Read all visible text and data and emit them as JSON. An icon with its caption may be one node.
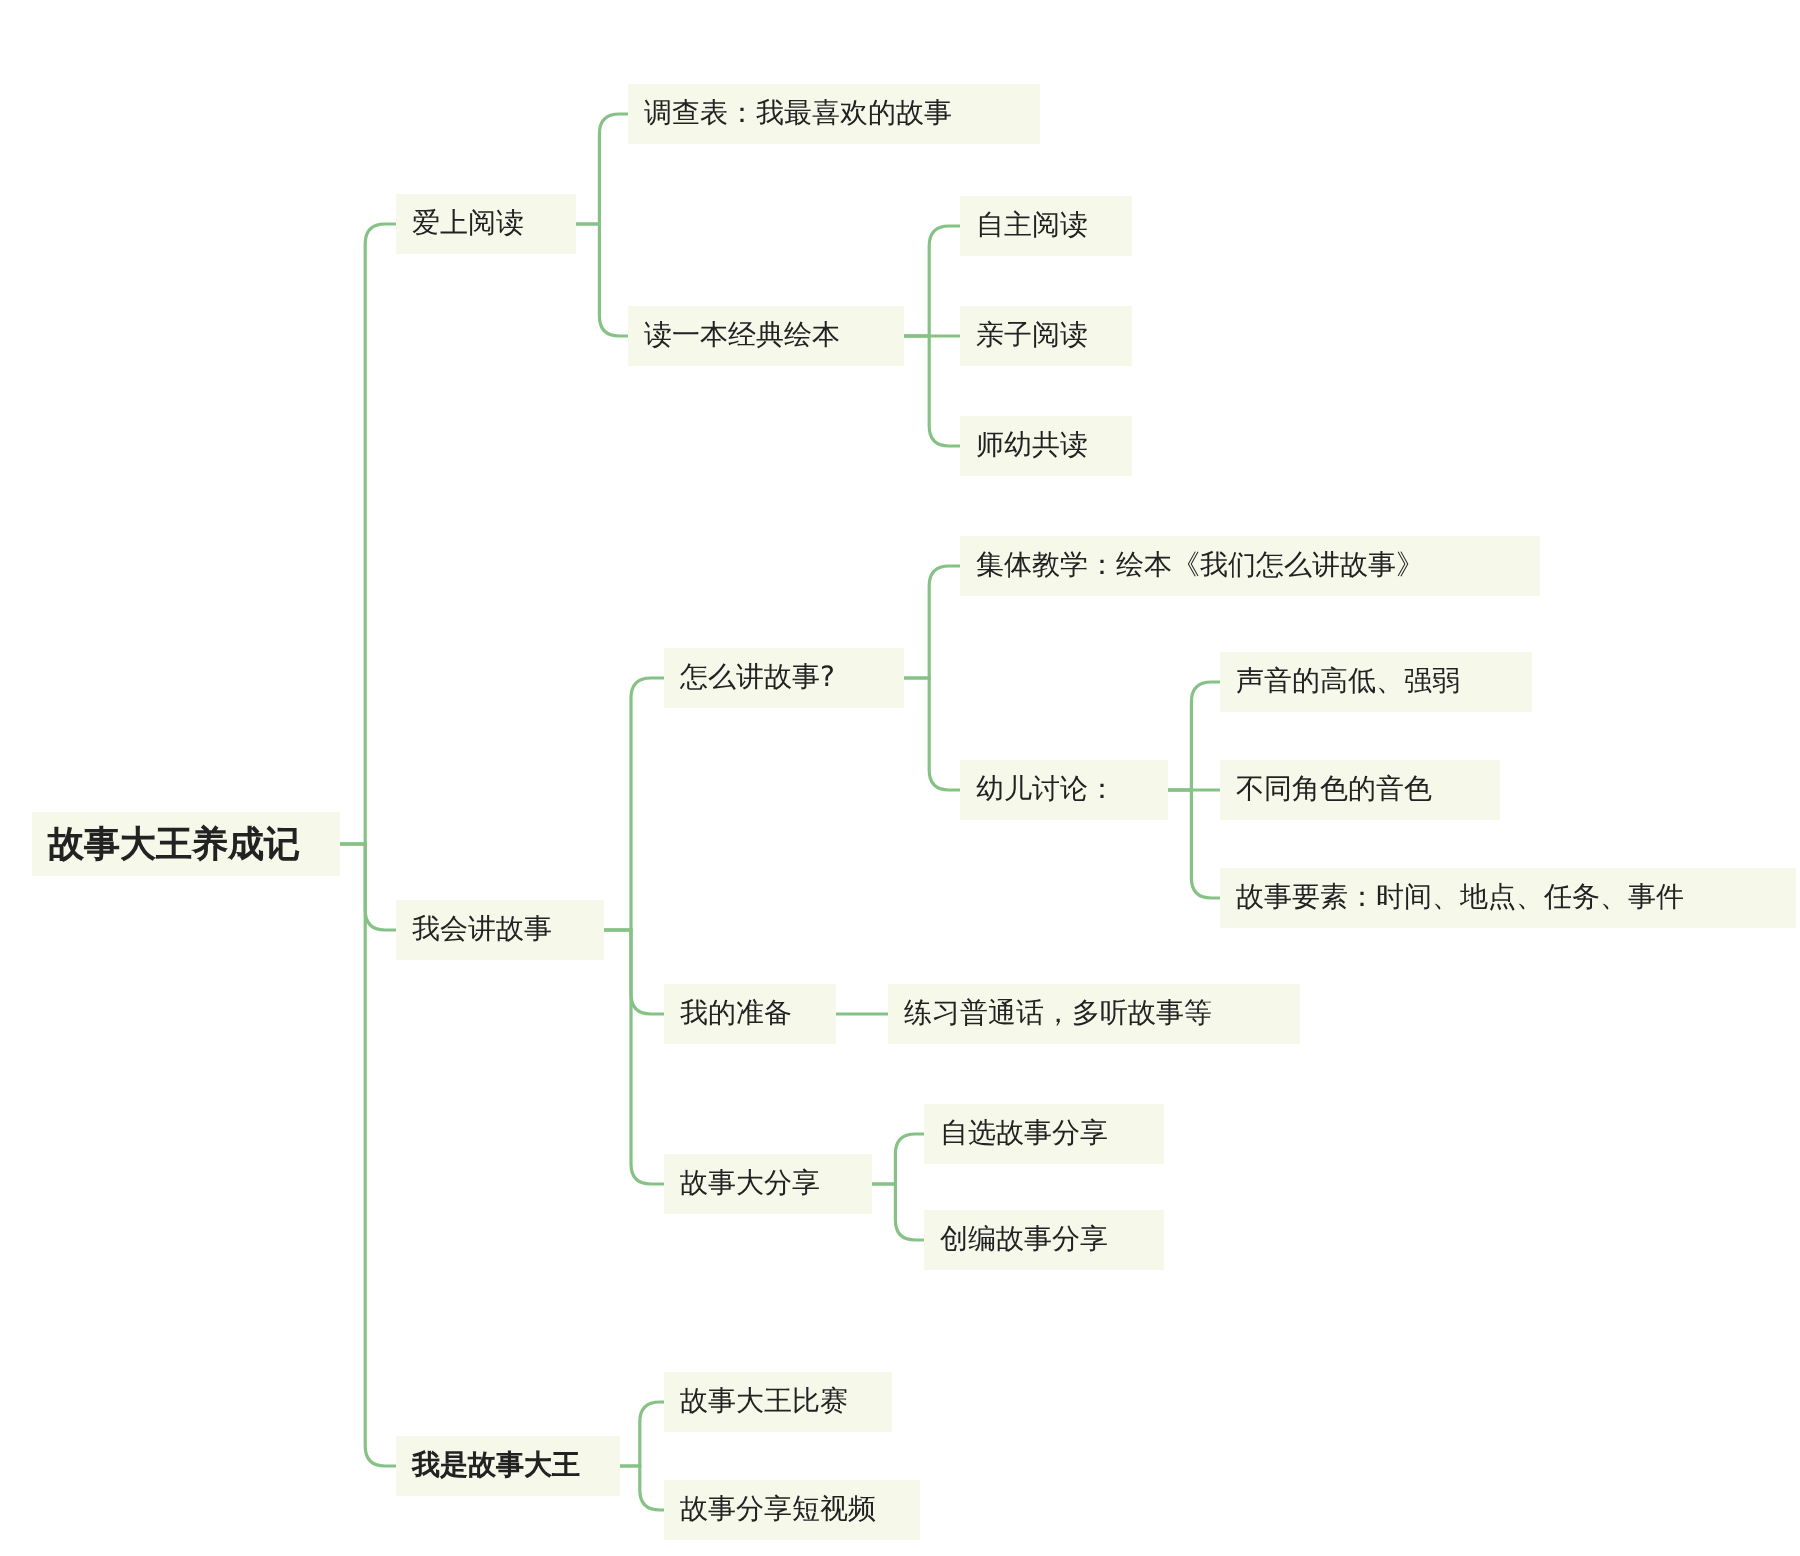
{
  "diagram": {
    "nodes": [
      {
        "text": [
          "故事大王养成记"
        ]
      },
      {
        "text": [
          "爱上阅读"
        ]
      },
      {
        "text": [
          "调查表：我最喜欢的故事"
        ]
      },
      {
        "text": [
          "读一本经典绘本"
        ]
      },
      {
        "text": [
          "自主阅读"
        ]
      },
      {
        "text": [
          "亲子阅读"
        ]
      },
      {
        "text": [
          "师幼共读"
        ]
      },
      {
        "text": [
          "我会讲故事"
        ]
      },
      {
        "text": [
          "怎么讲故事?"
        ]
      },
      {
        "text": [
          "集体教学：绘本《我们怎么讲故事》"
        ]
      },
      {
        "text": [
          "幼儿讨论："
        ]
      },
      {
        "text": [
          "声音的高低、强弱"
        ]
      },
      {
        "text": [
          "不同角色的音色"
        ]
      },
      {
        "text": [
          "故事要素：时间、地点、任务、事件"
        ]
      },
      {
        "text": [
          "我的准备"
        ]
      },
      {
        "text": [
          "练习普通话，多听故事等"
        ]
      },
      {
        "text": [
          "故事大分享"
        ]
      },
      {
        "text": [
          "自选故事分享"
        ]
      },
      {
        "text": [
          "创编故事分享"
        ]
      },
      {
        "text": [
          "我是故事大王"
        ]
      },
      {
        "text": [
          "故事大王比赛"
        ]
      },
      {
        "text": [
          "故事分享短视频"
        ]
      }
    ],
    "edges": [
      {
        "from": 0,
        "to": 1,
        "arrow": "none"
      },
      {
        "from": 0,
        "to": 7,
        "arrow": "none"
      },
      {
        "from": 0,
        "to": 19,
        "arrow": "none"
      },
      {
        "from": 1,
        "to": 2,
        "arrow": "none"
      },
      {
        "from": 1,
        "to": 3,
        "arrow": "none"
      },
      {
        "from": 3,
        "to": 4,
        "arrow": "none"
      },
      {
        "from": 3,
        "to": 5,
        "arrow": "none"
      },
      {
        "from": 3,
        "to": 6,
        "arrow": "none"
      },
      {
        "from": 7,
        "to": 8,
        "arrow": "none"
      },
      {
        "from": 7,
        "to": 14,
        "arrow": "none"
      },
      {
        "from": 7,
        "to": 16,
        "arrow": "none"
      },
      {
        "from": 8,
        "to": 9,
        "arrow": "none"
      },
      {
        "from": 8,
        "to": 10,
        "arrow": "none"
      },
      {
        "from": 10,
        "to": 11,
        "arrow": "none"
      },
      {
        "from": 10,
        "to": 12,
        "arrow": "none"
      },
      {
        "from": 10,
        "to": 13,
        "arrow": "none"
      },
      {
        "from": 14,
        "to": 15,
        "arrow": "none"
      },
      {
        "from": 16,
        "to": 17,
        "arrow": "none"
      },
      {
        "from": 16,
        "to": 18,
        "arrow": "none"
      },
      {
        "from": 19,
        "to": 20,
        "arrow": "none"
      },
      {
        "from": 19,
        "to": 21,
        "arrow": "none"
      }
    ]
  }
}
